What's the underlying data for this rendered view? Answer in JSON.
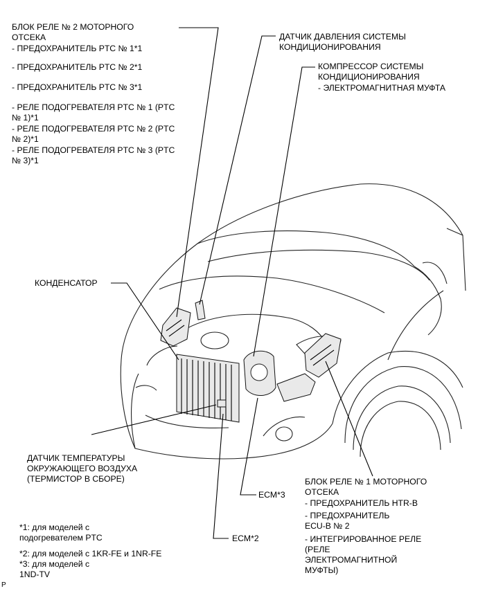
{
  "labels": {
    "block2": "БЛОК РЕЛЕ № 2 МОТОРНОГО\nОТСЕКА",
    "block2_items": [
      "- ПРЕДОХРАНИТЕЛЬ PTC № 1*1",
      "- ПРЕДОХРАНИТЕЛЬ PTC № 2*1",
      "- ПРЕДОХРАНИТЕЛЬ PTC № 3*1",
      "- РЕЛЕ ПОДОГРЕВАТЕЛЯ PTC № 1 (PTC\n№ 1)*1",
      "- РЕЛЕ ПОДОГРЕВАТЕЛЯ PTC № 2 (PTC\n№ 2)*1",
      "- РЕЛЕ ПОДОГРЕВАТЕЛЯ PTC № 3 (PTC\n№ 3)*1"
    ],
    "pressure_sensor": "ДАТЧИК ДАВЛЕНИЯ СИСТЕМЫ\nКОНДИЦИОНИРОВАНИЯ",
    "compressor": "КОМПРЕССОР СИСТЕМЫ\nКОНДИЦИОНИРОВАНИЯ",
    "compressor_item": "- ЭЛЕКТРОМАГНИТНАЯ МУФТА",
    "condenser": "КОНДЕНСАТОР",
    "ambient_sensor": "ДАТЧИК ТЕМПЕРАТУРЫ\nОКРУЖАЮЩЕГО ВОЗДУХА\n(ТЕРМИСТОР В СБОРЕ)",
    "ecm3": "ECM*3",
    "ecm2": "ECM*2",
    "block1": "БЛОК РЕЛЕ № 1 МОТОРНОГО\nОТСЕКА",
    "block1_items": [
      "- ПРЕДОХРАНИТЕЛЬ HTR-B",
      "- ПРЕДОХРАНИТЕЛЬ\nECU-B № 2",
      "- ИНТЕГРИРОВАННОЕ РЕЛЕ\n(РЕЛЕ\nЭЛЕКТРОМАГНИТНОЙ\nМУФТЫ)"
    ],
    "footnotes": [
      "*1: для моделей с\nподогревателем PTC",
      "*2: для моделей с 1KR-FE и 1NR-FE",
      "*3: для моделей с\n1ND-TV"
    ],
    "corner": "P"
  }
}
